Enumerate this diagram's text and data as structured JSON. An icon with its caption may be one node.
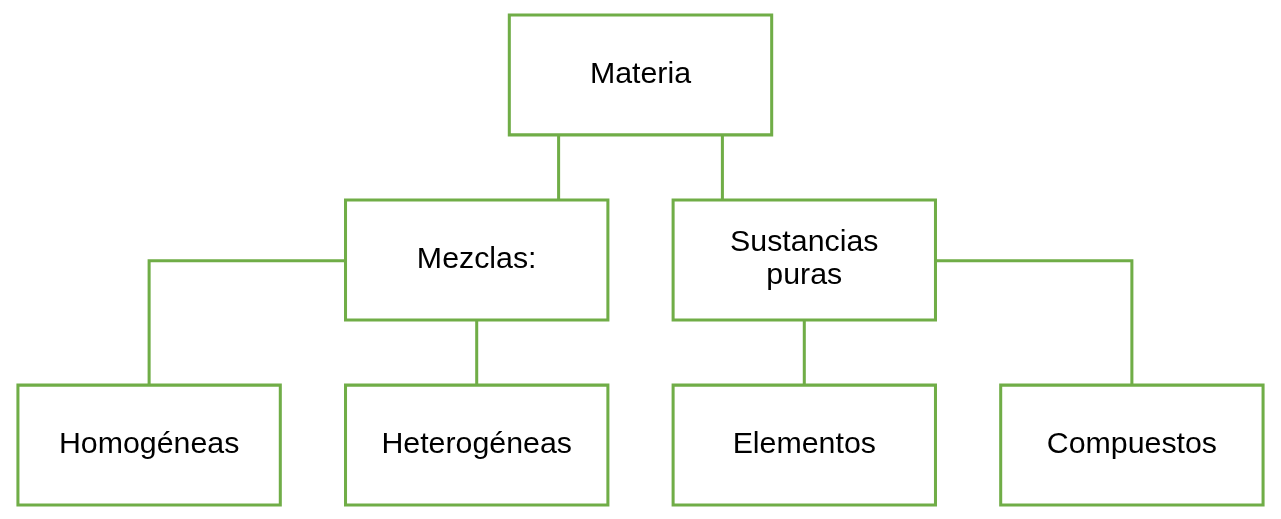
{
  "diagram": {
    "nodes": [
      {
        "text": [
          "Materia"
        ]
      },
      {
        "text": [
          "Mezclas:"
        ]
      },
      {
        "text": [
          "Sustancias puras"
        ]
      },
      {
        "text": [
          "Homogéneas"
        ]
      },
      {
        "text": [
          "Heterogéneas"
        ]
      },
      {
        "text": [
          "Elementos"
        ]
      },
      {
        "text": [
          "Compuestos"
        ]
      }
    ],
    "edges": [
      {
        "from": 0,
        "to": 1,
        "arrow": "none"
      },
      {
        "from": 0,
        "to": 2,
        "arrow": "none"
      },
      {
        "from": 1,
        "to": 3,
        "arrow": "none"
      },
      {
        "from": 1,
        "to": 4,
        "arrow": "none"
      },
      {
        "from": 2,
        "to": 5,
        "arrow": "none"
      },
      {
        "from": 2,
        "to": 6,
        "arrow": "none"
      }
    ]
  }
}
